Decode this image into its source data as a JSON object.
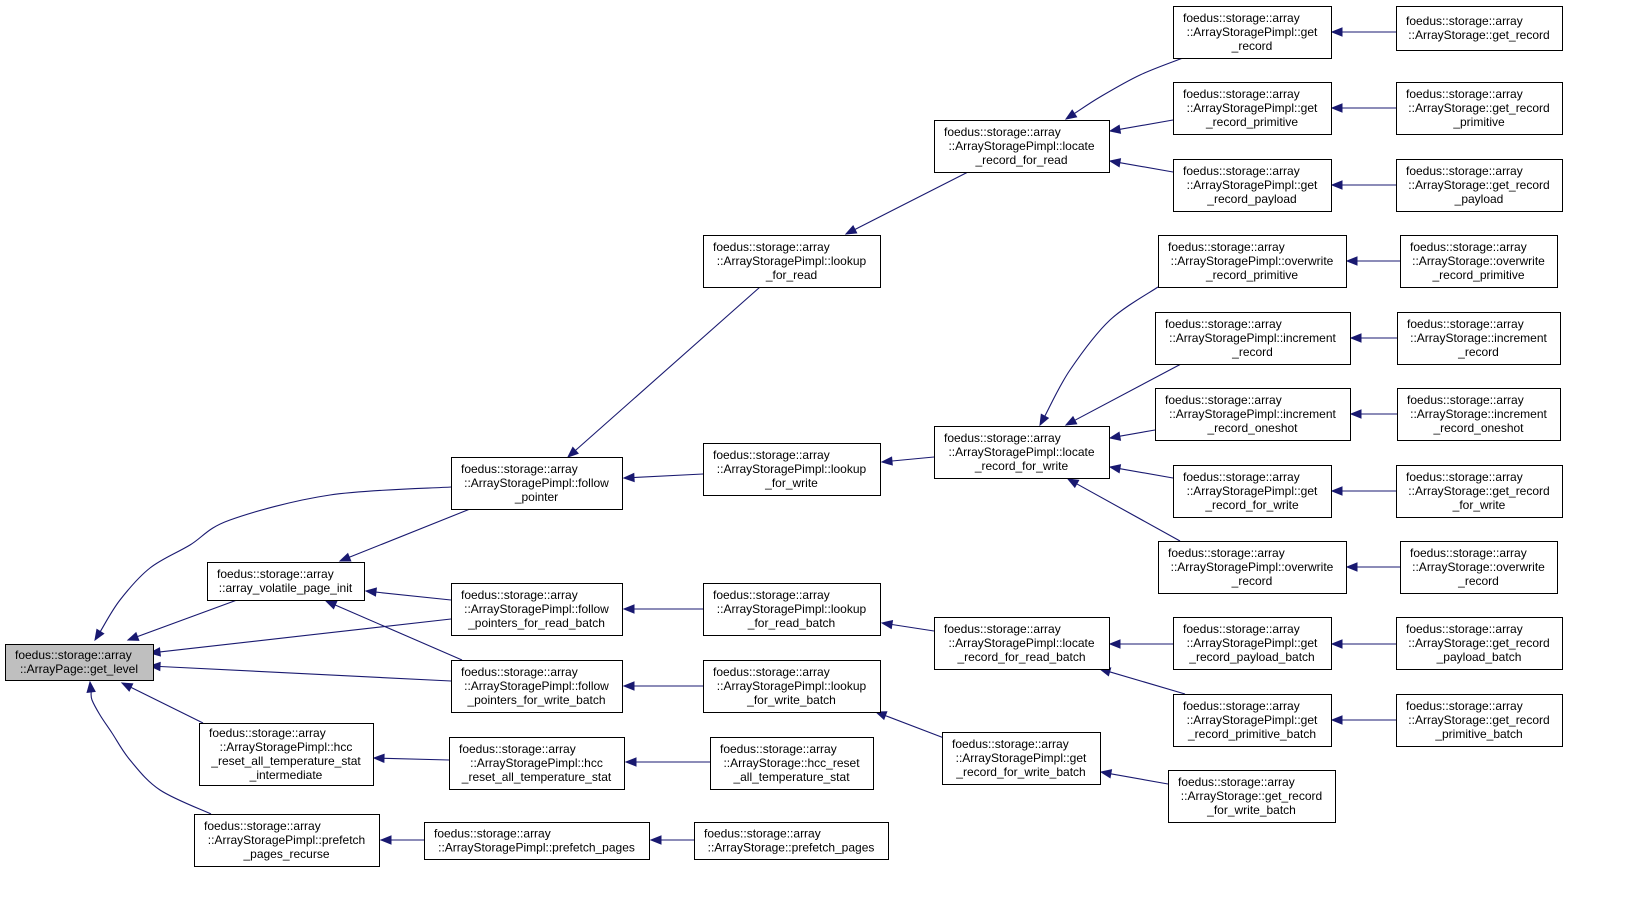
{
  "nodes": [
    {
      "id": "n0",
      "current": true,
      "lines": [
        "foedus::storage::array",
        "::ArrayPage::get_level"
      ]
    },
    {
      "id": "n1",
      "lines": [
        "foedus::storage::array",
        "::array_volatile_page_init"
      ]
    },
    {
      "id": "n2",
      "lines": [
        "foedus::storage::array",
        "::ArrayStoragePimpl::follow",
        "_pointer"
      ]
    },
    {
      "id": "n3",
      "lines": [
        "foedus::storage::array",
        "::ArrayStoragePimpl::follow",
        "_pointers_for_read_batch"
      ]
    },
    {
      "id": "n4",
      "lines": [
        "foedus::storage::array",
        "::ArrayStoragePimpl::follow",
        "_pointers_for_write_batch"
      ]
    },
    {
      "id": "n5",
      "lines": [
        "foedus::storage::array",
        "::ArrayStoragePimpl::hcc",
        "_reset_all_temperature_stat",
        "_intermediate"
      ]
    },
    {
      "id": "n6",
      "lines": [
        "foedus::storage::array",
        "::ArrayStoragePimpl::prefetch",
        "_pages_recurse"
      ]
    },
    {
      "id": "n7",
      "lines": [
        "foedus::storage::array",
        "::ArrayStoragePimpl::lookup",
        "_for_read"
      ]
    },
    {
      "id": "n8",
      "lines": [
        "foedus::storage::array",
        "::ArrayStoragePimpl::lookup",
        "_for_write"
      ]
    },
    {
      "id": "n9",
      "lines": [
        "foedus::storage::array",
        "::ArrayStoragePimpl::lookup",
        "_for_read_batch"
      ]
    },
    {
      "id": "n10",
      "lines": [
        "foedus::storage::array",
        "::ArrayStoragePimpl::lookup",
        "_for_write_batch"
      ]
    },
    {
      "id": "n11",
      "lines": [
        "foedus::storage::array",
        "::ArrayStoragePimpl::hcc",
        "_reset_all_temperature_stat"
      ]
    },
    {
      "id": "n12",
      "lines": [
        "foedus::storage::array",
        "::ArrayStorage::hcc_reset",
        "_all_temperature_stat"
      ]
    },
    {
      "id": "n13",
      "lines": [
        "foedus::storage::array",
        "::ArrayStoragePimpl::prefetch_pages"
      ]
    },
    {
      "id": "n14",
      "lines": [
        "foedus::storage::array",
        "::ArrayStorage::prefetch_pages"
      ]
    },
    {
      "id": "n15",
      "lines": [
        "foedus::storage::array",
        "::ArrayStoragePimpl::locate",
        "_record_for_read"
      ]
    },
    {
      "id": "n16",
      "lines": [
        "foedus::storage::array",
        "::ArrayStoragePimpl::locate",
        "_record_for_write"
      ]
    },
    {
      "id": "n17",
      "lines": [
        "foedus::storage::array",
        "::ArrayStoragePimpl::locate",
        "_record_for_read_batch"
      ]
    },
    {
      "id": "n18",
      "lines": [
        "foedus::storage::array",
        "::ArrayStoragePimpl::get",
        "_record_for_write_batch"
      ]
    },
    {
      "id": "n19",
      "lines": [
        "foedus::storage::array",
        "::ArrayStoragePimpl::get",
        "_record"
      ]
    },
    {
      "id": "n20",
      "lines": [
        "foedus::storage::array",
        "::ArrayStoragePimpl::get",
        "_record_primitive"
      ]
    },
    {
      "id": "n21",
      "lines": [
        "foedus::storage::array",
        "::ArrayStoragePimpl::get",
        "_record_payload"
      ]
    },
    {
      "id": "n22",
      "lines": [
        "foedus::storage::array",
        "::ArrayStoragePimpl::overwrite",
        "_record_primitive"
      ]
    },
    {
      "id": "n23",
      "lines": [
        "foedus::storage::array",
        "::ArrayStoragePimpl::increment",
        "_record"
      ]
    },
    {
      "id": "n24",
      "lines": [
        "foedus::storage::array",
        "::ArrayStoragePimpl::increment",
        "_record_oneshot"
      ]
    },
    {
      "id": "n25",
      "lines": [
        "foedus::storage::array",
        "::ArrayStoragePimpl::get",
        "_record_for_write"
      ]
    },
    {
      "id": "n26",
      "lines": [
        "foedus::storage::array",
        "::ArrayStoragePimpl::overwrite",
        "_record"
      ]
    },
    {
      "id": "n27",
      "lines": [
        "foedus::storage::array",
        "::ArrayStoragePimpl::get",
        "_record_payload_batch"
      ]
    },
    {
      "id": "n28",
      "lines": [
        "foedus::storage::array",
        "::ArrayStoragePimpl::get",
        "_record_primitive_batch"
      ]
    },
    {
      "id": "n29",
      "lines": [
        "foedus::storage::array",
        "::ArrayStorage::get_record",
        "_for_write_batch"
      ]
    },
    {
      "id": "n30",
      "lines": [
        "foedus::storage::array",
        "::ArrayStorage::get_record"
      ]
    },
    {
      "id": "n31",
      "lines": [
        "foedus::storage::array",
        "::ArrayStorage::get_record",
        "_primitive"
      ]
    },
    {
      "id": "n32",
      "lines": [
        "foedus::storage::array",
        "::ArrayStorage::get_record",
        "_payload"
      ]
    },
    {
      "id": "n33",
      "lines": [
        "foedus::storage::array",
        "::ArrayStorage::overwrite",
        "_record_primitive"
      ]
    },
    {
      "id": "n34",
      "lines": [
        "foedus::storage::array",
        "::ArrayStorage::increment",
        "_record"
      ]
    },
    {
      "id": "n35",
      "lines": [
        "foedus::storage::array",
        "::ArrayStorage::increment",
        "_record_oneshot"
      ]
    },
    {
      "id": "n36",
      "lines": [
        "foedus::storage::array",
        "::ArrayStorage::get_record",
        "_for_write"
      ]
    },
    {
      "id": "n37",
      "lines": [
        "foedus::storage::array",
        "::ArrayStorage::overwrite",
        "_record"
      ]
    },
    {
      "id": "n38",
      "lines": [
        "foedus::storage::array",
        "::ArrayStorage::get_record",
        "_payload_batch"
      ]
    },
    {
      "id": "n39",
      "lines": [
        "foedus::storage::array",
        "::ArrayStorage::get_record",
        "_primitive_batch"
      ]
    }
  ],
  "edges": [
    {
      "from": "n2",
      "to": "n0"
    },
    {
      "from": "n1",
      "to": "n0"
    },
    {
      "from": "n3",
      "to": "n0"
    },
    {
      "from": "n4",
      "to": "n0"
    },
    {
      "from": "n5",
      "to": "n0"
    },
    {
      "from": "n6",
      "to": "n0"
    },
    {
      "from": "n2",
      "to": "n1"
    },
    {
      "from": "n3",
      "to": "n1"
    },
    {
      "from": "n4",
      "to": "n1"
    },
    {
      "from": "n7",
      "to": "n2"
    },
    {
      "from": "n8",
      "to": "n2"
    },
    {
      "from": "n9",
      "to": "n3"
    },
    {
      "from": "n10",
      "to": "n4"
    },
    {
      "from": "n11",
      "to": "n5"
    },
    {
      "from": "n12",
      "to": "n11"
    },
    {
      "from": "n13",
      "to": "n6"
    },
    {
      "from": "n14",
      "to": "n13"
    },
    {
      "from": "n15",
      "to": "n7"
    },
    {
      "from": "n16",
      "to": "n8"
    },
    {
      "from": "n17",
      "to": "n9"
    },
    {
      "from": "n18",
      "to": "n10"
    },
    {
      "from": "n19",
      "to": "n15"
    },
    {
      "from": "n20",
      "to": "n15"
    },
    {
      "from": "n21",
      "to": "n15"
    },
    {
      "from": "n22",
      "to": "n16"
    },
    {
      "from": "n23",
      "to": "n16"
    },
    {
      "from": "n24",
      "to": "n16"
    },
    {
      "from": "n25",
      "to": "n16"
    },
    {
      "from": "n26",
      "to": "n16"
    },
    {
      "from": "n27",
      "to": "n17"
    },
    {
      "from": "n28",
      "to": "n17"
    },
    {
      "from": "n29",
      "to": "n18"
    },
    {
      "from": "n30",
      "to": "n19"
    },
    {
      "from": "n31",
      "to": "n20"
    },
    {
      "from": "n32",
      "to": "n21"
    },
    {
      "from": "n33",
      "to": "n22"
    },
    {
      "from": "n34",
      "to": "n23"
    },
    {
      "from": "n35",
      "to": "n24"
    },
    {
      "from": "n36",
      "to": "n25"
    },
    {
      "from": "n37",
      "to": "n26"
    },
    {
      "from": "n38",
      "to": "n27"
    },
    {
      "from": "n39",
      "to": "n28"
    }
  ],
  "colors": {
    "edge": "#191970",
    "current_fill": "#bfbfbf",
    "node_fill": "#ffffff",
    "border": "#000000"
  }
}
